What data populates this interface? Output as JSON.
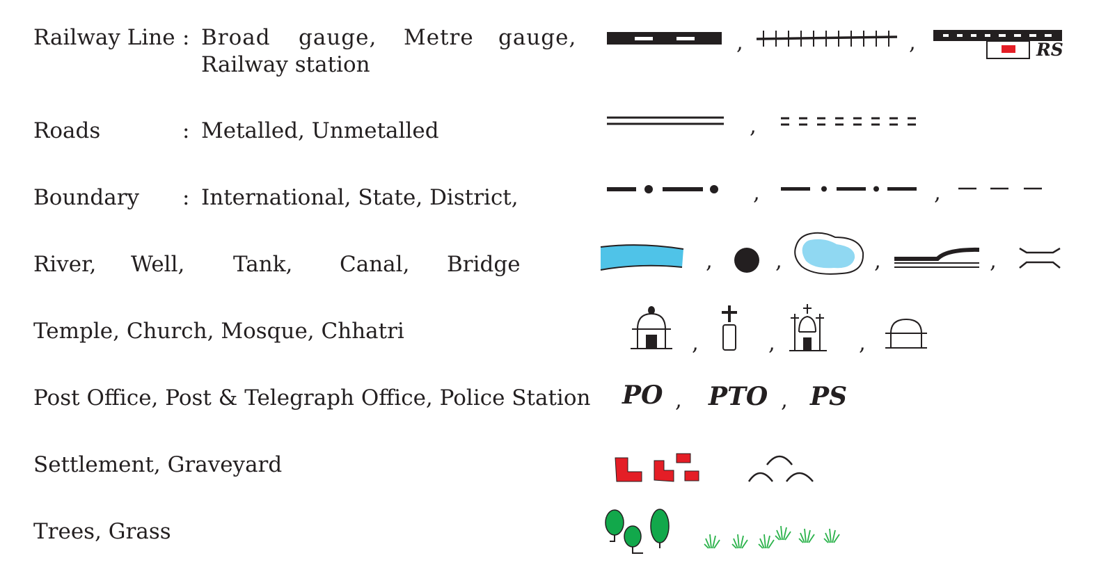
{
  "rows": [
    {
      "category": "Railway Line",
      "sep": ":",
      "line1_words": [
        "Broad",
        "gauge,",
        "Metre",
        "gauge,"
      ],
      "line2": "Railway station",
      "symbol_label": "RS"
    },
    {
      "category": "Roads",
      "sep": ":",
      "items": "Metalled,  Unmetalled"
    },
    {
      "category": "Boundary",
      "sep": ":",
      "items": "International, State, District,"
    },
    {
      "words": [
        "River,",
        "Well,",
        "Tank,",
        "Canal,",
        "Bridge"
      ]
    },
    {
      "text": "Temple, Church, Mosque, Chhatri"
    },
    {
      "text": "Post Office, Post & Telegraph Office, Police Station",
      "abbreviations": [
        "PO",
        "PTO",
        "PS"
      ]
    },
    {
      "text": "Settlement,  Graveyard"
    },
    {
      "text": "Trees,  Grass"
    }
  ],
  "separator": ",",
  "colors": {
    "ink": "#231f20",
    "water": "#4fc3e8",
    "tank_water": "#90d8f2",
    "settlement": "#e41e26",
    "station": "#e41e26",
    "tree": "#12a84b",
    "grass": "#2ab24a"
  }
}
